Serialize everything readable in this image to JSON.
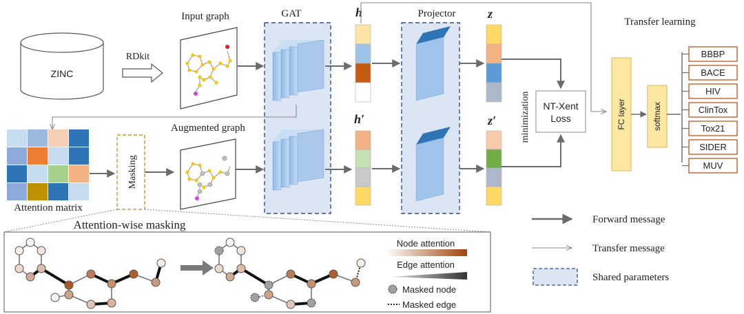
{
  "top": {
    "input_graph": "Input graph",
    "rdkit": "RDkit",
    "zinc": "ZINC",
    "gat": "GAT",
    "h": "h",
    "projector": "Projector",
    "z": "z",
    "transfer_learning": "Transfer learning",
    "minimization": "minimization",
    "loss_line1": "NT-Xent",
    "loss_line2": "Loss",
    "fc_layer": "FC layer",
    "softmax": "softmax"
  },
  "bottom": {
    "augmented_graph": "Augmented graph",
    "h_prime": "h′",
    "z_prime": "z′",
    "masking": "Masking",
    "attention_matrix": "Attention matrix"
  },
  "datasets": [
    "BBBP",
    "BACE",
    "HIV",
    "ClinTox",
    "Tox21",
    "SIDER",
    "MUV"
  ],
  "inset": {
    "title": "Attention-wise masking",
    "node_attention": "Node attention",
    "edge_attention": "Edge attention",
    "masked_node": "Masked node",
    "masked_edge": "Masked edge"
  },
  "legend": {
    "forward": "Forward message",
    "transfer": "Transfer message",
    "shared": "Shared parameters"
  },
  "colors": {
    "shared_fill": "#dce5f4",
    "shared_border": "#2f4f86",
    "fc_fill": "#fbe6a2",
    "fc_border": "#d8b95a",
    "dataset_border": "#c0612a",
    "arrow": "#6b6b6b",
    "node_yellow": "#f5c518"
  },
  "attention_matrix_colors": [
    [
      "#c7dcef",
      "#9cb8df",
      "#f6cdb5",
      "#2f74b6"
    ],
    [
      "#8eaadb",
      "#ed7d31",
      "#c7dcef",
      "#2f74b6"
    ],
    [
      "#2f74b6",
      "#c7dcef",
      "#a8d08d",
      "#f4b183"
    ],
    [
      "#8eaadb",
      "#bf9000",
      "#2f74b6",
      "#c7dcef"
    ]
  ],
  "vectors": {
    "h": [
      "#fbe5a6",
      "#9dc3e6",
      "#c55a11",
      "#ffffff"
    ],
    "z": [
      "#ffd966",
      "#f4b183",
      "#5b9bd5",
      "#adb9ca"
    ],
    "h_prime": [
      "#f4b183",
      "#c5e0b4",
      "#c9c9c9",
      "#ffd966"
    ],
    "z_prime": [
      "#f8cbad",
      "#70ad47",
      "#adb9ca",
      "#ffd966"
    ]
  }
}
